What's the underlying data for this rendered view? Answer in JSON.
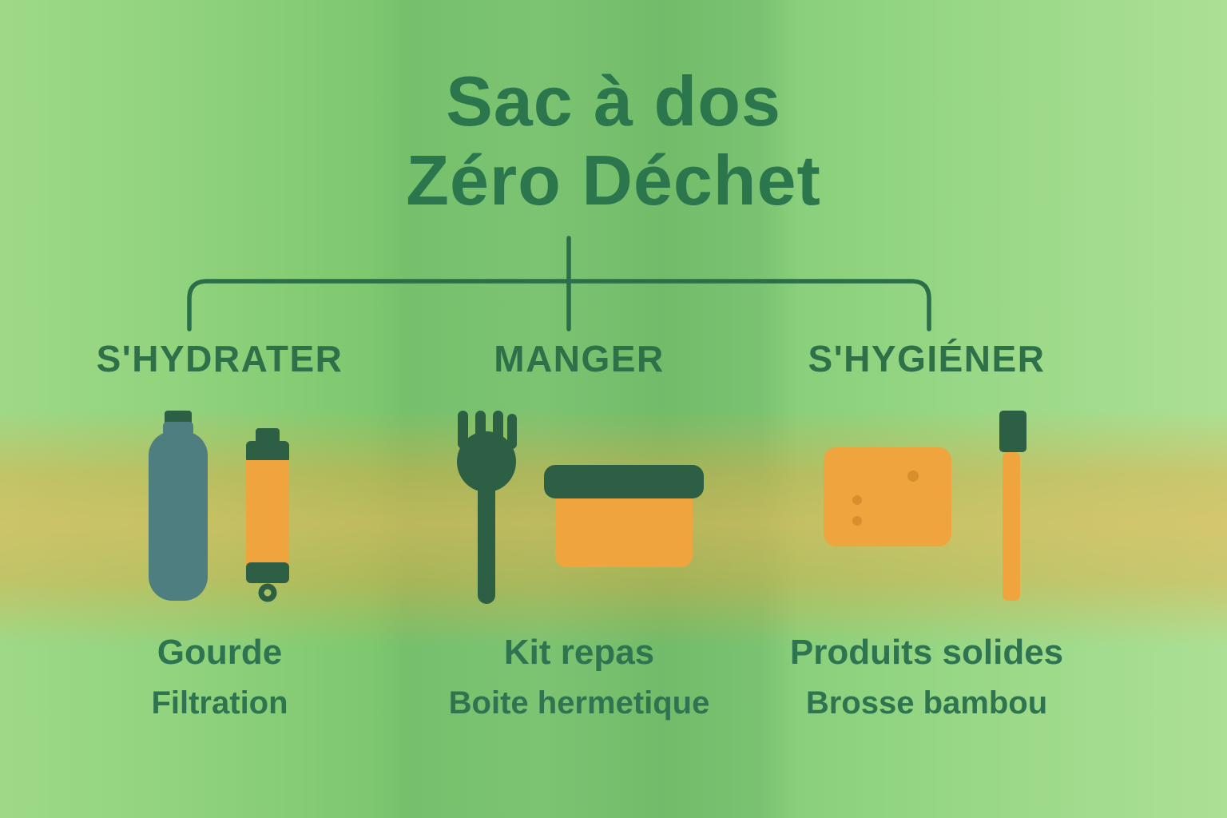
{
  "title": {
    "line1": "Sac à dos",
    "line2": "Zéro Déchet"
  },
  "columns": [
    {
      "header": "S'HYDRATER",
      "label1": "Gourde",
      "label2": "Filtration"
    },
    {
      "header": "MANGER",
      "label1": "Kit repas",
      "label2": "Boite hermetique"
    },
    {
      "header": "S'HYGIÉNER",
      "label1": "Produits solides",
      "label2": "Brosse bambou"
    }
  ],
  "icons": {
    "column1": [
      "water-bottle-icon",
      "water-filter-icon"
    ],
    "column2": [
      "fork-icon",
      "lunchbox-icon"
    ],
    "column3": [
      "soap-bar-icon",
      "bamboo-toothbrush-icon"
    ]
  },
  "colors": {
    "dark_green_text": "#2d7350",
    "connector_line": "#2b6f4a",
    "item_orange": "#f0a43d",
    "item_orange_dark": "#d98f2e",
    "bottle_teal": "#4e7e80",
    "icon_dark_green": "#2c5f44",
    "background_green": "#8ccf7c",
    "band_orange": "#f2a63c"
  }
}
